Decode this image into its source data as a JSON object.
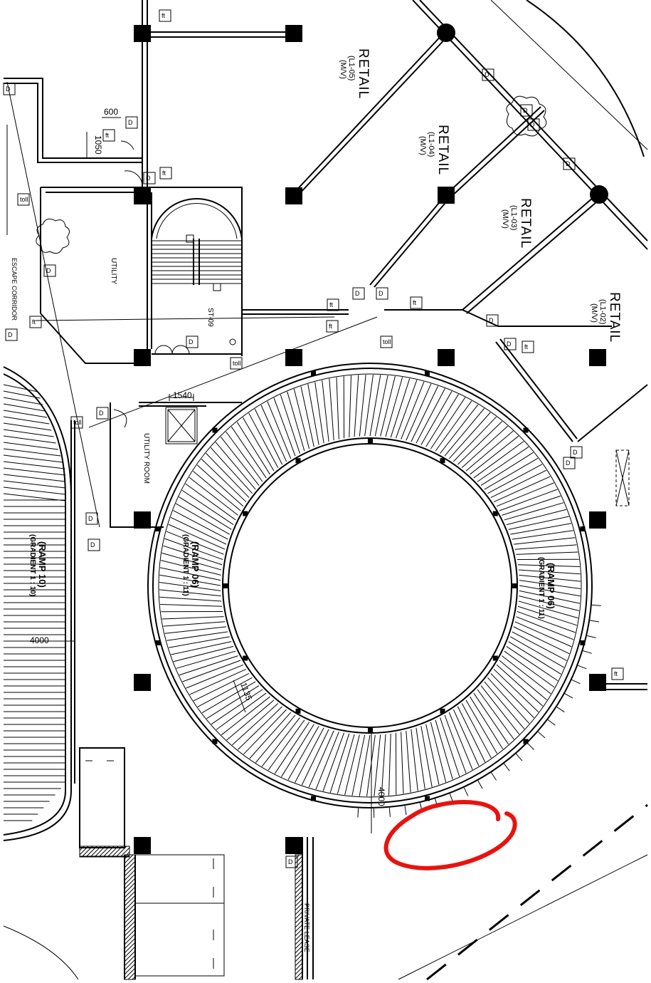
{
  "rooms": {
    "retail_05": {
      "name": "RETAIL",
      "code": "(L1-05)",
      "sub": "(M/V)"
    },
    "retail_04": {
      "name": "RETAIL",
      "code": "(L1-04)",
      "sub": "(M/V)"
    },
    "retail_03": {
      "name": "RETAIL",
      "code": "(L1-03)",
      "sub": "(M/V)"
    },
    "retail_02": {
      "name": "RETAIL",
      "code": "(L1-02)",
      "sub": "(M/V)"
    },
    "utility": "UTILITY",
    "utility_room": "UTILITY ROOM",
    "stair": "ST-09",
    "escape_corridor": "ESCAPE  CORRIDOR",
    "private_lease": "PRIVATE LEASE"
  },
  "ramps": {
    "ramp_06_left": {
      "name": "(RAMP 06)",
      "gradient": "(GRADIENT 1 : 11)"
    },
    "ramp_06_right": {
      "name": "(RAMP 06)",
      "gradient": "(GRADIENT 1 : 11)"
    },
    "ramp_10": {
      "name": "(RAMP 10)",
      "gradient": "(GRADIENT 1 : 10)"
    }
  },
  "dimensions": {
    "d600": "600",
    "d1050": "1050",
    "d1540": "1540",
    "d4000_left": "4000",
    "d4000_bottom": "4000",
    "d1135": "1135"
  },
  "tags": {
    "ft": "ft",
    "toll": "toll",
    "door_small": "D"
  },
  "annotation": {
    "color": "#e8130f",
    "shape": "hand-drawn ellipse"
  }
}
